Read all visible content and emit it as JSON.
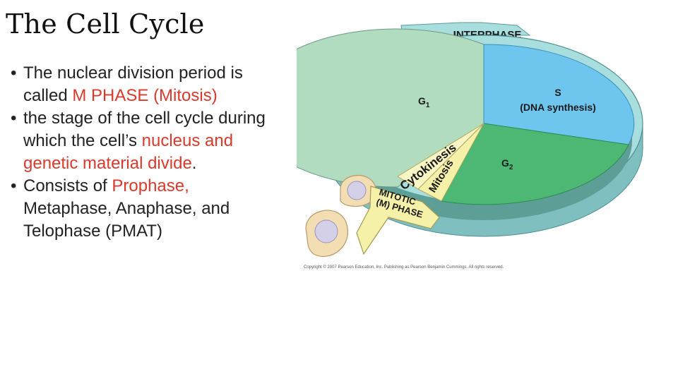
{
  "slide": {
    "title": "The Cell Cycle",
    "bullets": [
      {
        "parts": [
          {
            "text": "The nuclear division period is called ",
            "highlight": false
          },
          {
            "text": "M PHASE (Mitosis)",
            "highlight": true
          }
        ]
      },
      {
        "parts": [
          {
            "text": "the stage of the cell cycle during which the cell’s ",
            "highlight": false
          },
          {
            "text": "nucleus and genetic material divide",
            "highlight": true
          },
          {
            "text": ".",
            "highlight": false
          }
        ]
      },
      {
        "parts": [
          {
            "text": "Consists of ",
            "highlight": false
          },
          {
            "text": "Prophase,",
            "highlight": true
          },
          {
            "text": " Metaphase, Anaphase, and Telophase (PMAT)",
            "highlight": false
          }
        ]
      }
    ]
  },
  "diagram": {
    "interphase_label": "INTERPHASE",
    "g1_label": "G",
    "g1_subscript": "1",
    "s_label": "S",
    "s_sublabel": "(DNA synthesis)",
    "g2_label": "G",
    "g2_subscript": "2",
    "cytokinesis_label": "Cytokinesis",
    "mitosis_label": "Mitosis",
    "mitotic_line1": "MITOTIC",
    "mitotic_line2": "(M) PHASE",
    "copyright": "Copyright © 2007 Pearson Education, Inc. Publishing as Pearson Benjamin Cummings. All rights reserved.",
    "colors": {
      "ring_outer": "#8ecfcf",
      "ring_top": "#a9dede",
      "g1": "#b2dcc0",
      "s": "#6ec6ef",
      "g2": "#4db873",
      "mitosis_wedge": "#f6f1a8",
      "cell_fill": "#f3deb4",
      "nucleus": "#d3d0e8"
    }
  }
}
